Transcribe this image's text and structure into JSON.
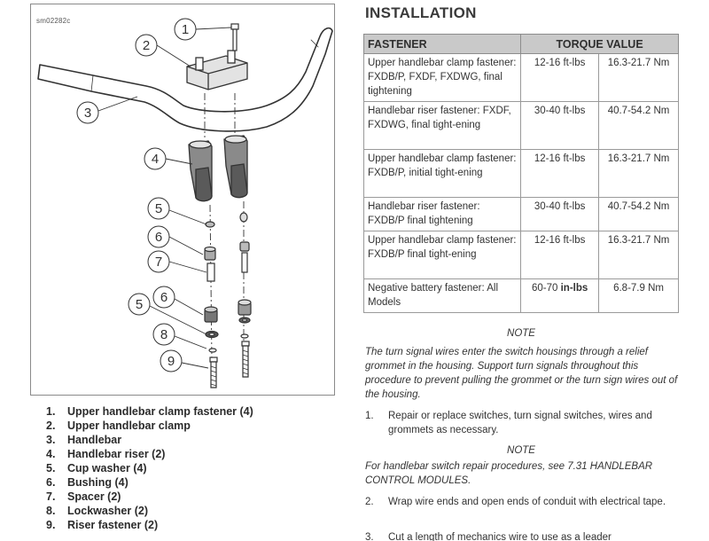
{
  "figure": {
    "id": "sm02282c",
    "callouts": [
      "1",
      "2",
      "3",
      "4",
      "5",
      "6",
      "7",
      "6",
      "5",
      "8",
      "9"
    ]
  },
  "parts": [
    {
      "num": "1.",
      "label": "Upper handlebar clamp fastener (4)"
    },
    {
      "num": "2.",
      "label": "Upper handlebar clamp"
    },
    {
      "num": "3.",
      "label": "Handlebar"
    },
    {
      "num": "4.",
      "label": "Handlebar riser (2)"
    },
    {
      "num": "5.",
      "label": "Cup washer (4)"
    },
    {
      "num": "6.",
      "label": "Bushing (4)"
    },
    {
      "num": "7.",
      "label": "Spacer (2)"
    },
    {
      "num": "8.",
      "label": "Lockwasher (2)"
    },
    {
      "num": "9.",
      "label": "Riser fastener (2)"
    }
  ],
  "heading": "INSTALLATION",
  "table": {
    "header_fastener": "FASTENER",
    "header_torque": "TORQUE VALUE",
    "rows": [
      {
        "fastener": "Upper handlebar clamp fastener: FXDB/P, FXDF, FXDWG, final tightening",
        "ftlbs": "12-16 ft-lbs",
        "nm": "16.3-21.7 Nm"
      },
      {
        "fastener": "Handlebar riser fastener: FXDF, FXDWG, final tight-ening",
        "ftlbs": "30-40 ft-lbs",
        "nm": "40.7-54.2 Nm"
      },
      {
        "fastener": "Upper handlebar clamp fastener: FXDB/P, initial tight-ening",
        "ftlbs": "12-16 ft-lbs",
        "nm": "16.3-21.7 Nm"
      },
      {
        "fastener": "Handlebar riser fastener: FXDB/P final tightening",
        "ftlbs": "30-40 ft-lbs",
        "nm": "40.7-54.2 Nm"
      },
      {
        "fastener": "Upper handlebar clamp fastener: FXDB/P final tight-ening",
        "ftlbs": "12-16 ft-lbs",
        "nm": "16.3-21.7 Nm"
      },
      {
        "fastener": "Negative battery fastener: All Models",
        "ftlbs_prefix": "60-70 ",
        "ftlbs_bold": "in-lbs",
        "nm": "6.8-7.9 Nm"
      }
    ]
  },
  "note1": {
    "label": "NOTE",
    "text": "The turn signal wires enter the switch housings through a relief grommet in the housing. Support turn signals throughout this procedure to prevent pulling the grommet or the turn sign wires out of the housing."
  },
  "step1": {
    "num": "1.",
    "text": "Repair or replace switches, turn signal switches, wires and grommets as necessary."
  },
  "note2": {
    "label": "NOTE",
    "text": "For handlebar switch repair procedures, see 7.31 HANDLEBAR CONTROL MODULES."
  },
  "step2": {
    "num": "2.",
    "text": "Wrap wire ends and open ends of conduit with electrical tape."
  },
  "step3": {
    "num": "3.",
    "text": "Cut a length of mechanics wire to use as a leader"
  }
}
